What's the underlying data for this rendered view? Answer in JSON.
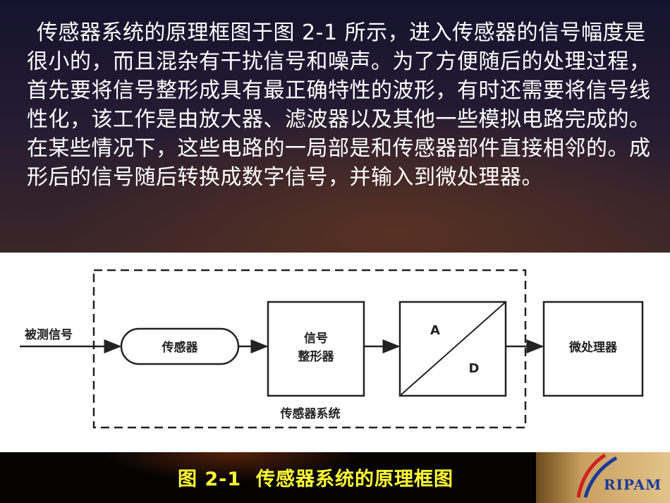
{
  "paragraph": "传感器系统的原理框图于图 2-1 所示，进入传感器的信号幅度是很小的，而且混杂有干扰信号和噪声。为了方便随后的处理过程，首先要将信号整形成具有最正确特性的波形，有时还需要将信号线性化，该工作是由放大器、滤波器以及其他一些模拟电路完成的。在某些情况下，这些电路的一局部是和传感器部件直接相邻的。成形后的信号随后转换成数字信号，并输入到微处理器。",
  "diagram": {
    "input_label": "被测信号",
    "sensor": "传感器",
    "shaper_line1": "信号",
    "shaper_line2": "整形器",
    "adc_a": "A",
    "adc_d": "D",
    "microprocessor": "微处理器",
    "system_label": "传感器系统"
  },
  "caption": "图 2-1  传感器系统的原理框图",
  "logo": {
    "text": "RIPAM",
    "colors": {
      "red": "#d02020",
      "blue": "#1a3a9a"
    }
  }
}
